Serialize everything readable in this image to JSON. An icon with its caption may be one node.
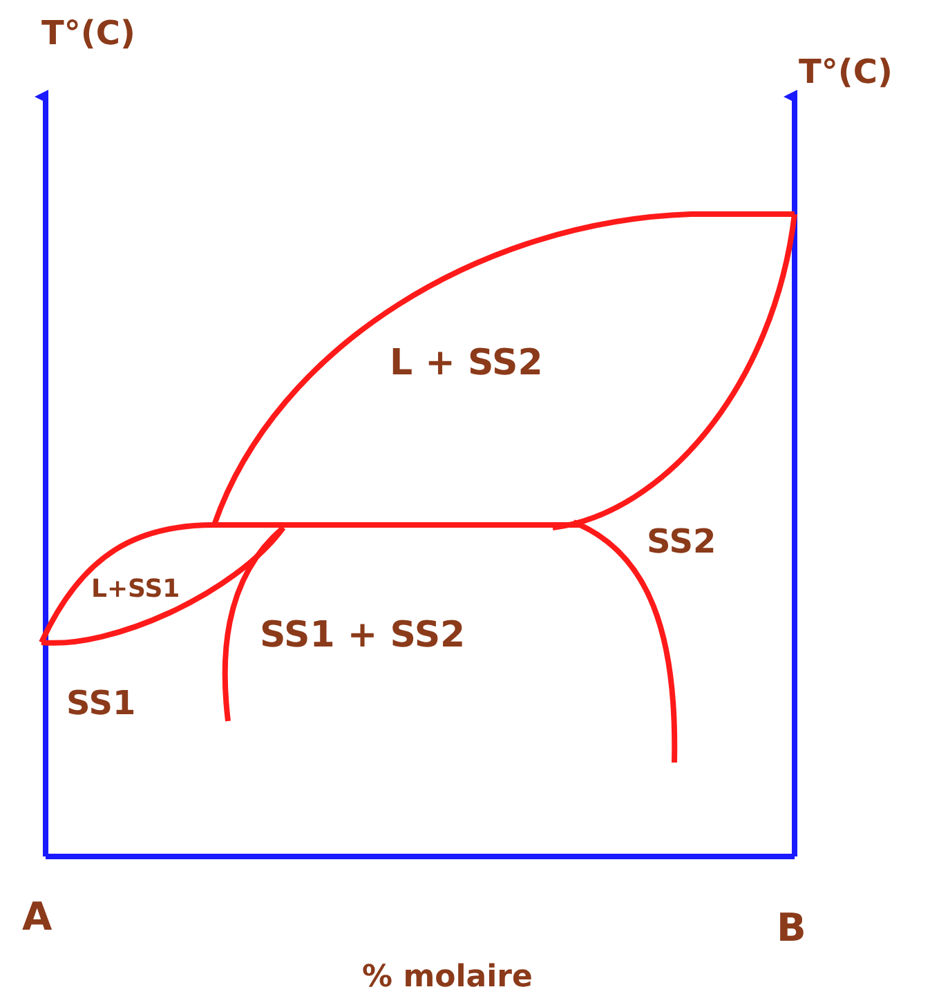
{
  "diagram": {
    "labels": [
      "T°(C)",
      "T°(C)",
      "L + SS2",
      "L+SS1",
      "SS2",
      "SS1 + SS2",
      "SS1",
      "A",
      "B",
      "% molaire"
    ]
  }
}
